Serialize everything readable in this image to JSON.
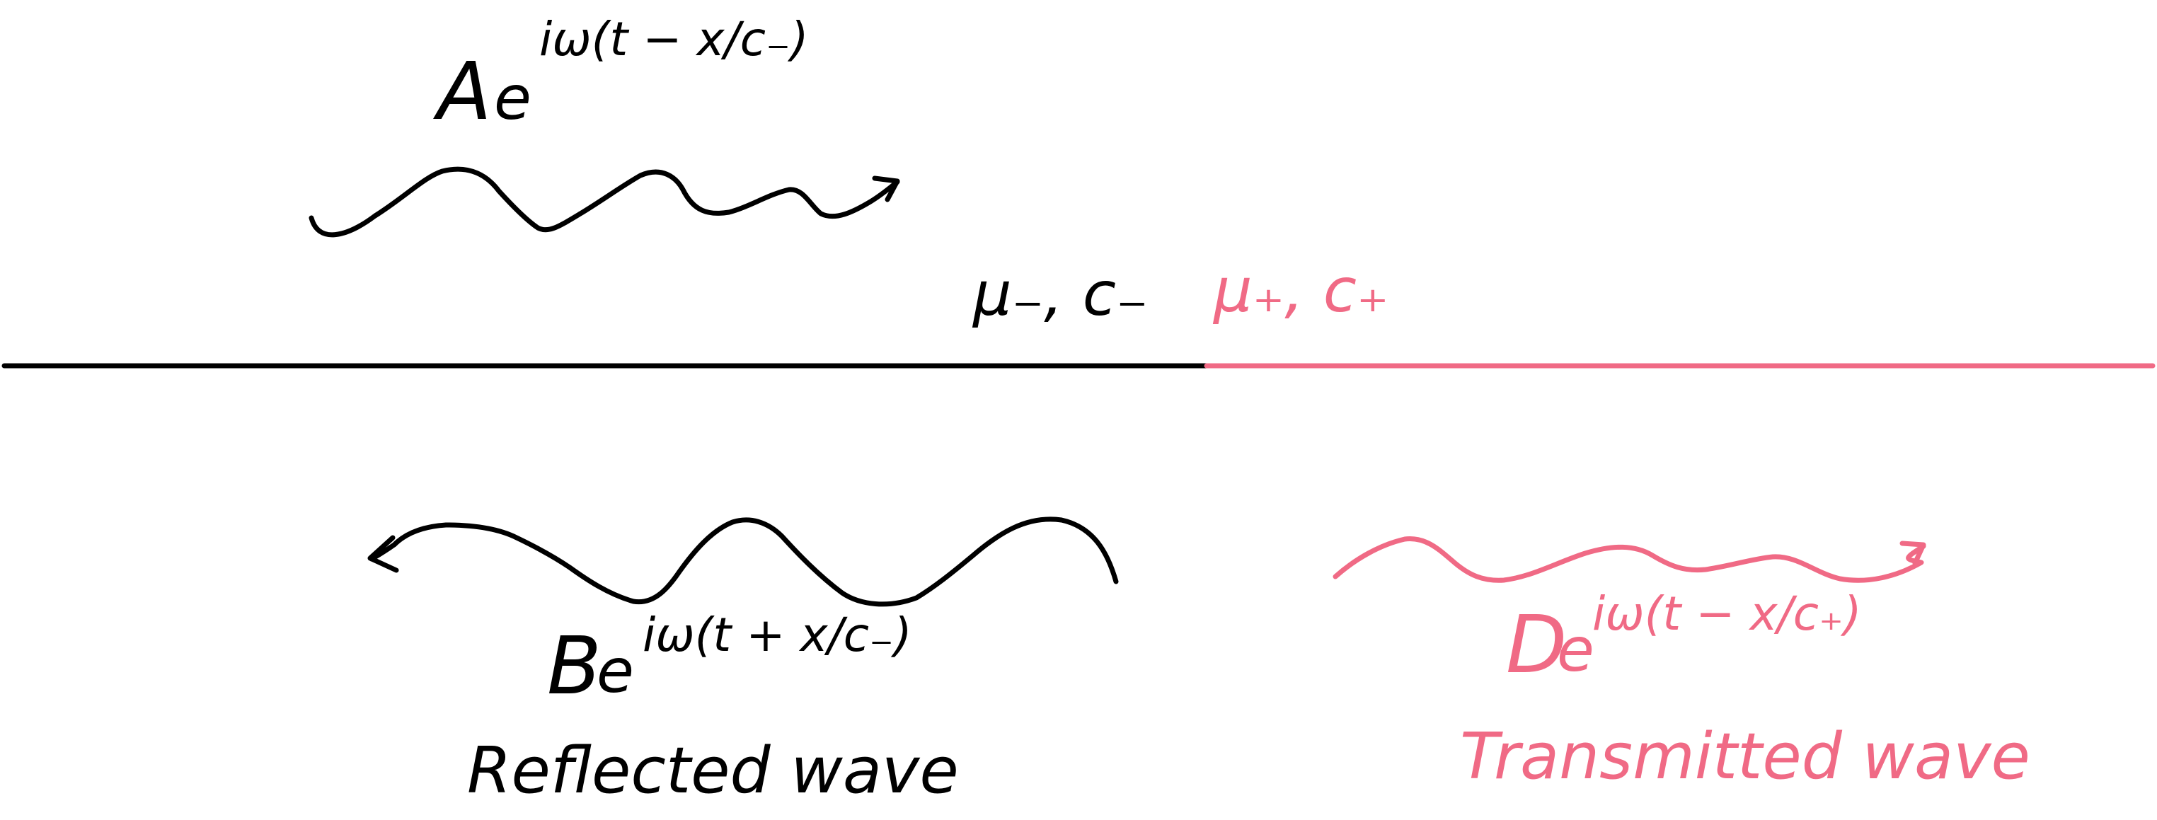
{
  "colors": {
    "left_medium": "#000000",
    "right_medium": "#f06a85",
    "background": "#ffffff"
  },
  "labels": {
    "incident_amplitude": "A",
    "incident_base": "e",
    "incident_exponent": "iω(t − x/c₋)",
    "left_medium_params": "μ₋, c₋",
    "right_medium_params": "μ₊, c₊",
    "reflected_amplitude": "B",
    "reflected_base": "e",
    "reflected_exponent": "iω(t + x/c₋)",
    "reflected_caption": "Reflected wave",
    "transmitted_amplitude": "D",
    "transmitted_base": "e",
    "transmitted_exponent": "iω(t − x/c₊)",
    "transmitted_caption": "Transmitted wave"
  }
}
